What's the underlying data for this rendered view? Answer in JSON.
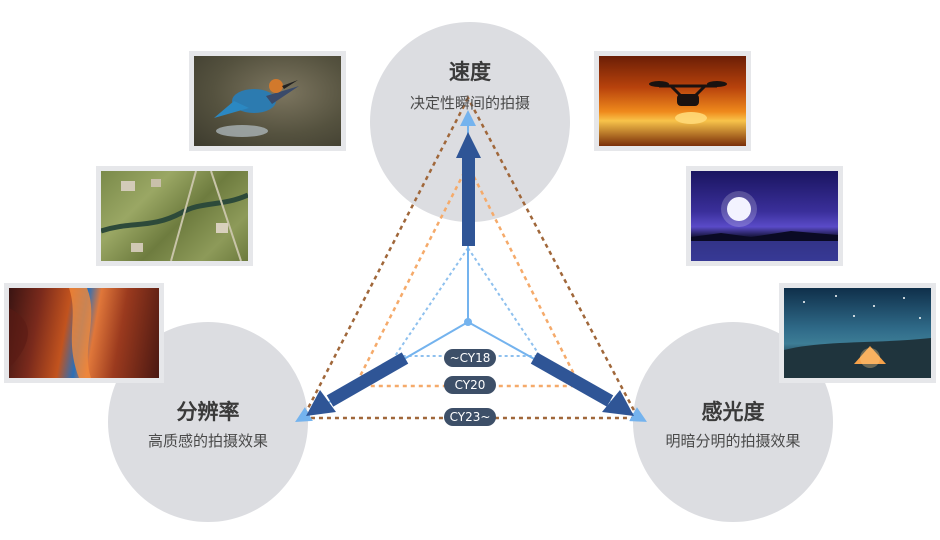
{
  "nodes": {
    "speed": {
      "title": "速度",
      "subtitle": "决定性瞬间的拍摄"
    },
    "resolution": {
      "title": "分辨率",
      "subtitle": "高质感的拍摄效果"
    },
    "sensitivity": {
      "title": "感光度",
      "subtitle": "明暗分明的拍摄效果"
    }
  },
  "levels": [
    {
      "label": "~CY18",
      "color": "#8ec0ee"
    },
    {
      "label": "CY20",
      "color": "#f5aa6a"
    },
    {
      "label": "CY23~",
      "color": "#a0673a"
    }
  ],
  "colors": {
    "arrow": "#2f5596",
    "axis": "#74b3ee",
    "circle": "#dcdde1",
    "badge": "#3d4f68"
  }
}
